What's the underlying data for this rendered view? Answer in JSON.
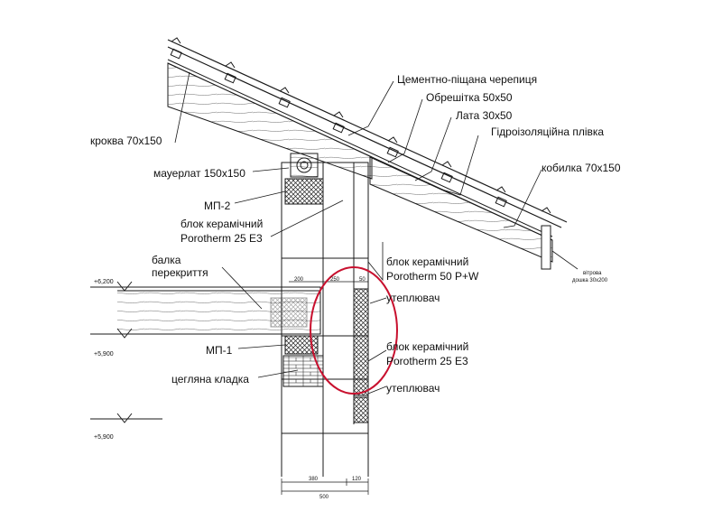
{
  "labels": {
    "tile": "Цементно-піщана черепиця",
    "batten": "Обрешітка 50x50",
    "counter_batten": "Лата 30x50",
    "membrane": "Гідроізоляційна плівка",
    "rafter": "кроква 70x150",
    "rafter_tail": "кобилка 70x150",
    "wall_plate": "мауерлат 150x150",
    "lintel_top": "МП-2",
    "block_top_l1": "блок керамічний",
    "block_top_l2": "Porotherm 25 E3",
    "beam_l1": "балка",
    "beam_l2": "перекриття",
    "block_outer_l1": "блок керамічний",
    "block_outer_l2": "Porotherm 50 P+W",
    "insulation_1": "утеплювач",
    "block_mid_l1": "блок керамічний",
    "block_mid_l2": "Porotherm 25 E3",
    "lintel_bottom": "МП-1",
    "brickwork": "цегляна кладка",
    "insulation_2": "утеплювач",
    "fascia_l1": "вітрова",
    "fascia_l2": "дошка 30x200"
  },
  "levels": {
    "l1": "+6,200",
    "l2": "+5,900",
    "l3": "+5,900"
  },
  "dims": {
    "d200": "200",
    "d250": "250",
    "d50": "50",
    "d380": "380",
    "d120": "120",
    "d500": "500"
  },
  "colors": {
    "line": "#1a1a1a",
    "highlight": "#c8102e",
    "hatch": "#333333"
  }
}
